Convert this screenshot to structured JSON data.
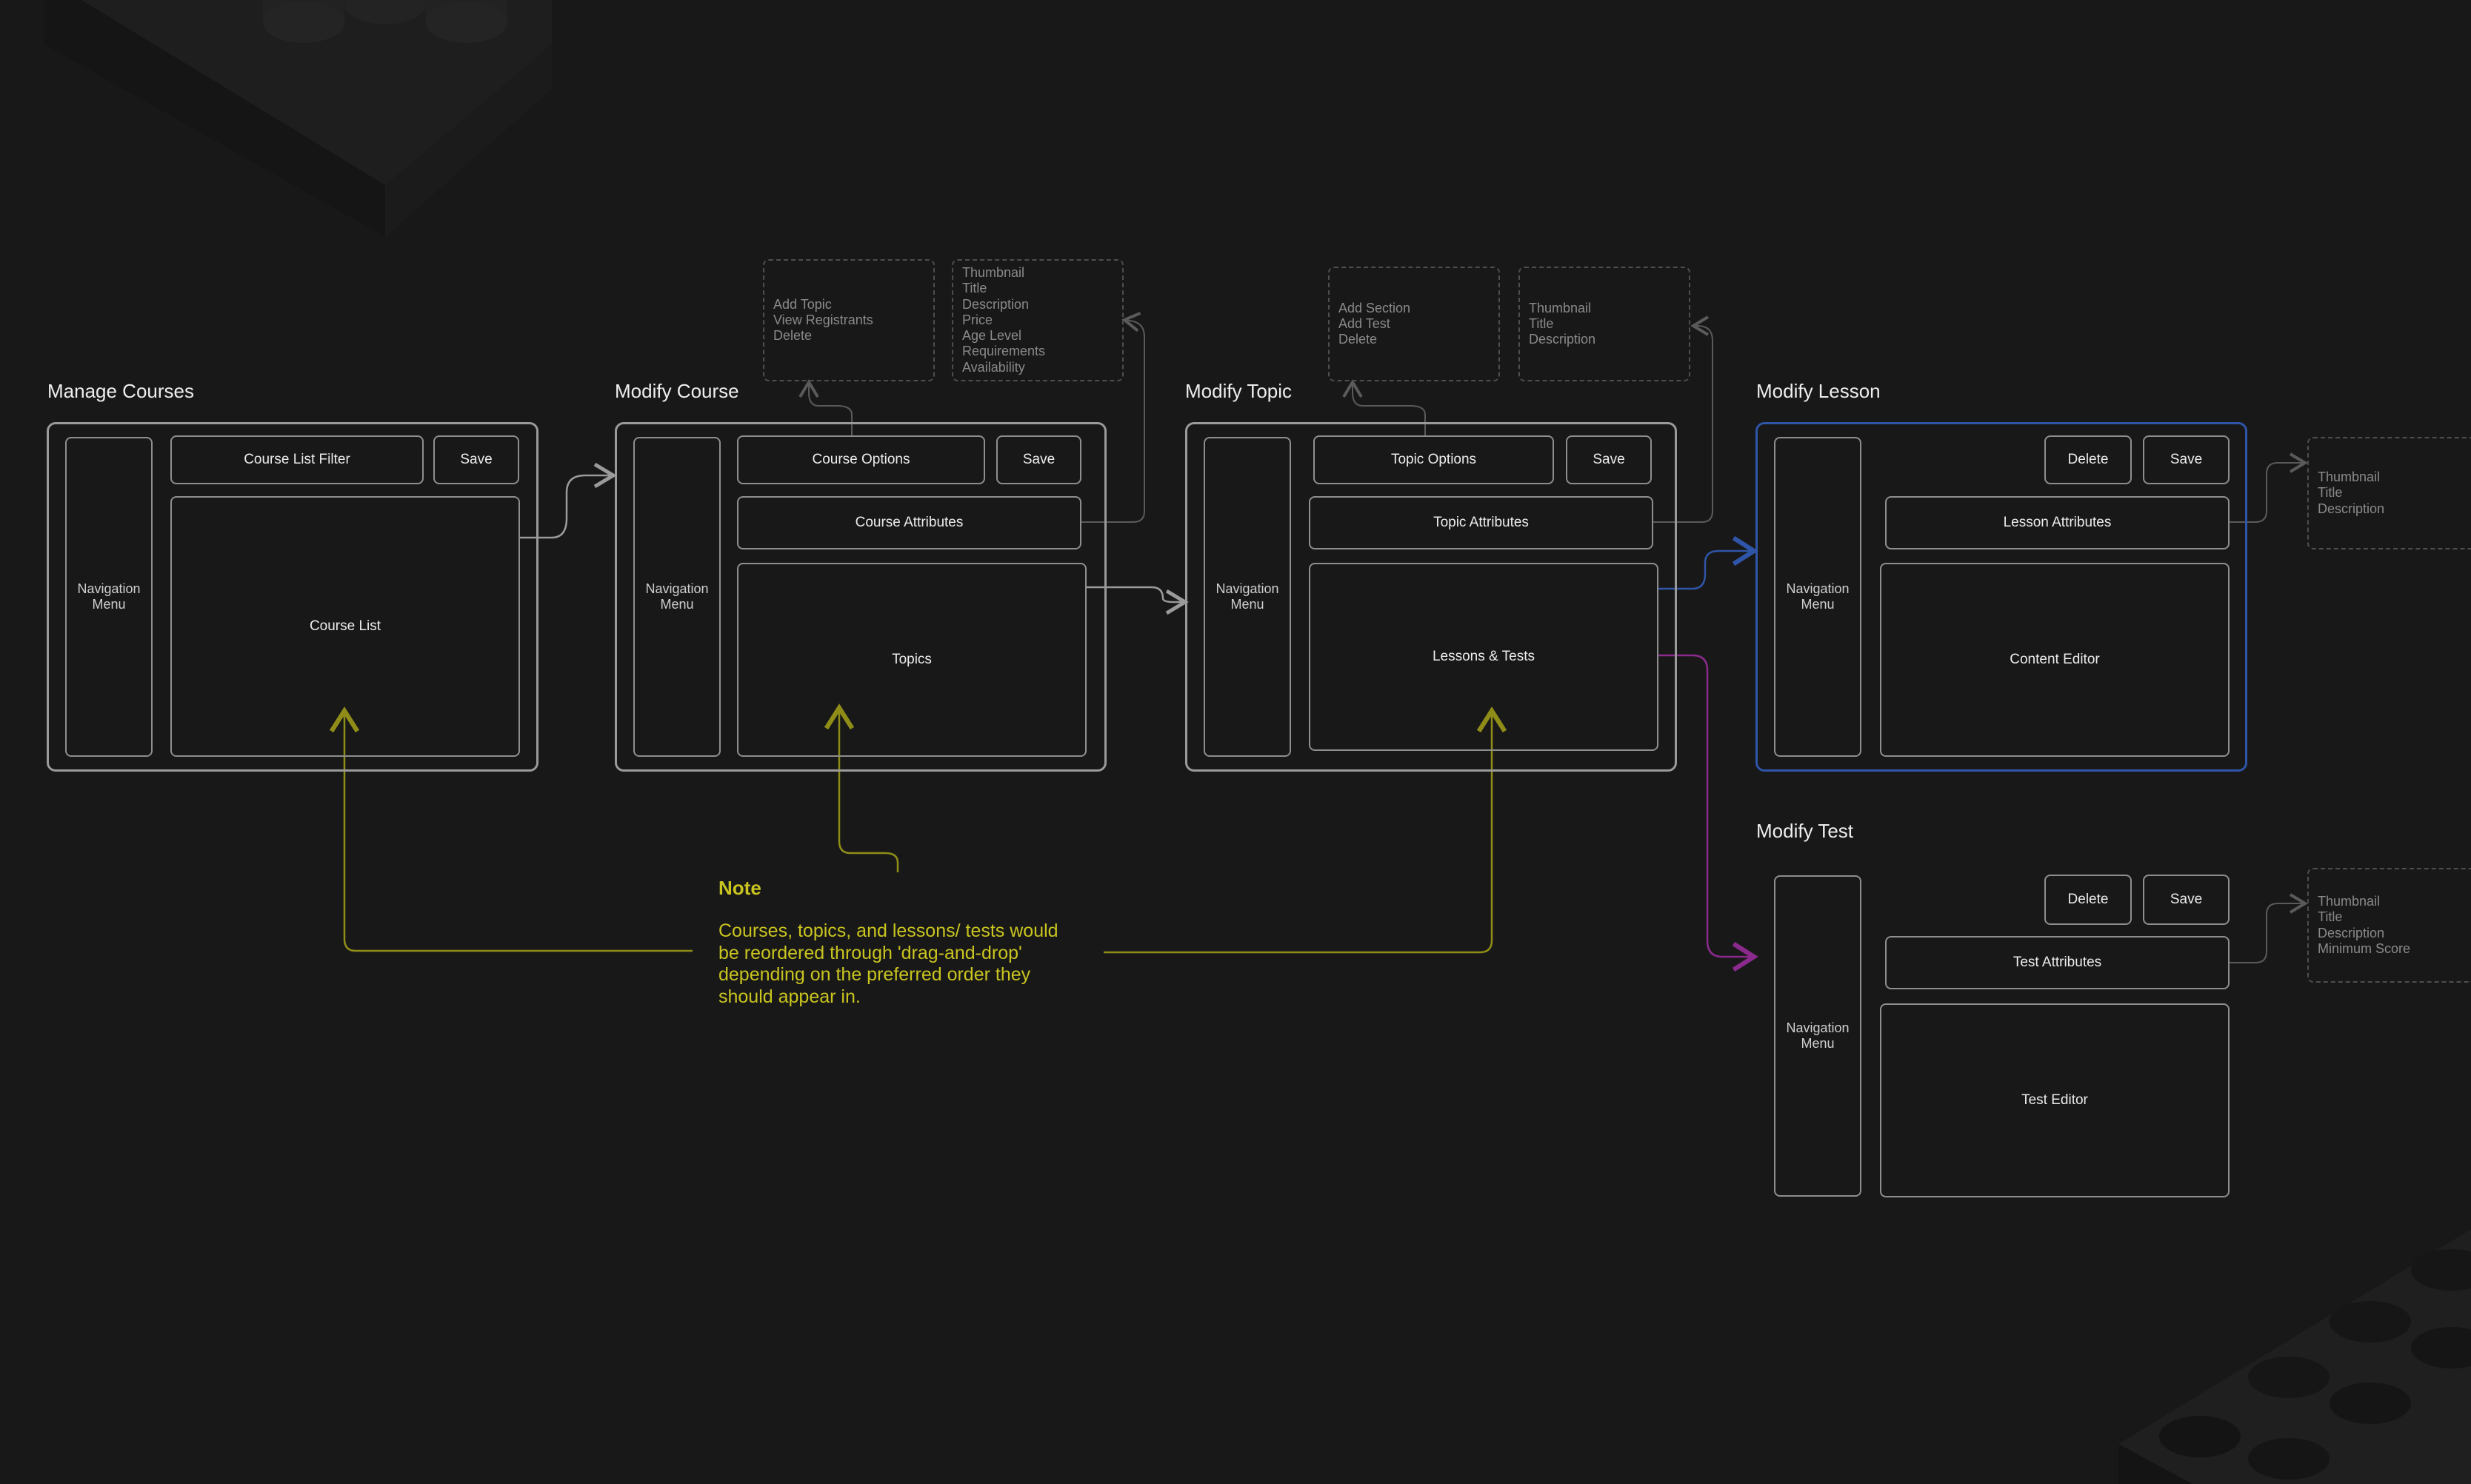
{
  "screens": {
    "manage_courses": {
      "title": "Manage Courses",
      "nav": "Navigation\nMenu",
      "filter": "Course List Filter",
      "save": "Save",
      "content": "Course List"
    },
    "modify_course": {
      "title": "Modify Course",
      "nav": "Navigation\nMenu",
      "options": "Course Options",
      "save": "Save",
      "attributes": "Course Attributes",
      "content": "Topics",
      "options_list": [
        "Add Topic",
        "View Registrants",
        "Delete"
      ],
      "attributes_list": [
        "Thumbnail",
        "Title",
        "Description",
        "Price",
        "Age Level",
        "Requirements",
        "Availability"
      ]
    },
    "modify_topic": {
      "title": "Modify Topic",
      "nav": "Navigation\nMenu",
      "options": "Topic Options",
      "save": "Save",
      "attributes": "Topic Attributes",
      "content": "Lessons & Tests",
      "options_list": [
        "Add Section",
        "Add Test",
        "Delete"
      ],
      "attributes_list": [
        "Thumbnail",
        "Title",
        "Description"
      ]
    },
    "modify_lesson": {
      "title": "Modify Lesson",
      "nav": "Navigation\nMenu",
      "delete": "Delete",
      "save": "Save",
      "attributes": "Lesson Attributes",
      "content": "Content Editor",
      "attributes_list": [
        "Thumbnail",
        "Title",
        "Description"
      ]
    },
    "modify_test": {
      "title": "Modify Test",
      "nav": "Navigation\nMenu",
      "delete": "Delete",
      "save": "Save",
      "attributes": "Test Attributes",
      "content": "Test Editor",
      "attributes_list": [
        "Thumbnail",
        "Title",
        "Description",
        "Minimum Score"
      ]
    }
  },
  "note": {
    "title": "Note",
    "body": "Courses, topics, and lessons/ tests would be reordered through 'drag-and-drop' depending on the preferred order they should appear in."
  },
  "colors": {
    "background": "#181818",
    "frame": "#9a9a9a",
    "note": "#c9c420",
    "blue_link": "#2f55a8",
    "purple_link": "#8a2a8c"
  }
}
